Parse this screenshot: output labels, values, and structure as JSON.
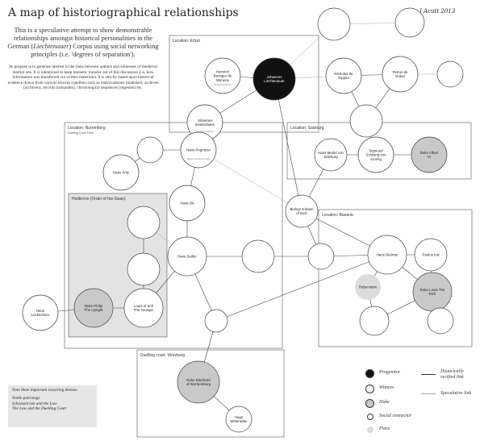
{
  "title": "A map of historiographical relationships",
  "author": "J Acutt 2013",
  "intro": {
    "p1_a": "This is a speculative attempt to show demonstrable relationships amongst historical personalities in the German (",
    "p1_em": "Liechtenauer",
    "p1_b": ") Corpus using social networking principles (i.e. 'degrees of separation').",
    "p2": "Its purpose is to generate interest in the links between authors and witnesses of medieval martial arts. It is intentional to keep memetic transfer out of this discussion (i.e. how information was transferred via written materials). It is strictly based upon historical evidence drawn from various sources (quellen) such as matriculations (matrikel), archives (archiven), records (urkunden), chronological sequences (regesten) etc."
  },
  "themes": {
    "heading": "Note three important recurring themes:",
    "items": [
      "Noble patronage",
      "Scholasticism and the Law",
      "The Law and the Duelling Court"
    ]
  },
  "legend": {
    "progenitor": "Progenitor",
    "witness": "Witness",
    "duke": "Duke",
    "social_connector": "Social connector",
    "place": "Place",
    "verified_link": "Historically verified link",
    "speculative_link": "Speculative link"
  },
  "colors": {
    "progenitor": "#111111",
    "duke": "#c9c9c9",
    "place": "#dcdcdc",
    "region": "#e3e3e3",
    "witness": "#ffffff"
  },
  "regions": [
    {
      "id": "erfurt",
      "label": "Location: Erfurt"
    },
    {
      "id": "nuremberg",
      "label": "Location: Nuremberg",
      "sub": "Duelling Court Fürth"
    },
    {
      "id": "heilbronn",
      "label": "Heilbronn (Order of the Swan)"
    },
    {
      "id": "salzburg",
      "label": "Location: Salzburg"
    },
    {
      "id": "bavaria",
      "label": "Location: Bavaria"
    },
    {
      "id": "wurzburg",
      "label": "Duelling court: Würzburg"
    }
  ],
  "nodes": [
    {
      "id": "liechtenauer",
      "name": "Johannes Liechtenauer",
      "type": "progenitor",
      "detail": ""
    },
    {
      "id": "beringer",
      "name": "Heinrich Beringer de Wimerie",
      "type": "witness",
      "detail": "Studied at Erfurt"
    },
    {
      "id": "seidenfaden",
      "name": "Johannes Seidenfaden",
      "type": "witness",
      "detail": "Studied at Erfurt"
    },
    {
      "id": "erfurt_top",
      "name": "",
      "type": "witness",
      "detail": ""
    },
    {
      "id": "erfurt_tr",
      "name": "",
      "type": "witness",
      "detail": ""
    },
    {
      "id": "nick_mid",
      "name": "Nicholas de Toppler",
      "type": "witness",
      "detail": ""
    },
    {
      "id": "gobel",
      "name": "Petrus de Gobel",
      "type": "witness",
      "detail": ""
    },
    {
      "id": "erfurt_low",
      "name": "",
      "type": "witness",
      "detail": ""
    },
    {
      "id": "right_edge",
      "name": "",
      "type": "witness",
      "detail": ""
    },
    {
      "id": "pegnitzer",
      "name": "Hans Pegnitzer",
      "type": "witness",
      "detail": "Master at Nuremberg"
    },
    {
      "id": "nurem_mid",
      "name": "",
      "type": "witness",
      "detail": ""
    },
    {
      "id": "fritz",
      "name": "Hans Fritz",
      "type": "witness",
      "detail": ""
    },
    {
      "id": "ott",
      "name": "Hans Ott",
      "type": "witness",
      "detail": ""
    },
    {
      "id": "seitler",
      "name": "Hans Seitler",
      "type": "witness",
      "detail": ""
    },
    {
      "id": "swan1",
      "name": "",
      "type": "witness",
      "detail": ""
    },
    {
      "id": "swan2",
      "name": "",
      "type": "witness",
      "detail": ""
    },
    {
      "id": "philip",
      "name": "Duke Philip The Upright",
      "type": "duke",
      "detail": ""
    },
    {
      "id": "louis_younger",
      "name": "Louis of Sch The Younger",
      "type": "witness",
      "detail": ""
    },
    {
      "id": "lecküchner",
      "name": "Hans Lecküchner",
      "type": "witness",
      "detail": ""
    },
    {
      "id": "mid_small",
      "name": "",
      "type": "witness",
      "detail": ""
    },
    {
      "id": "ring_small",
      "name": "",
      "type": "witness",
      "detail": ""
    },
    {
      "id": "mark_maier",
      "name": "Bishop Johann of Eich",
      "type": "witness",
      "detail": ""
    },
    {
      "id": "nurem_right",
      "name": "",
      "type": "witness",
      "detail": ""
    },
    {
      "id": "wedel",
      "name": "Hans Medel von Salzburg",
      "type": "witness",
      "detail": ""
    },
    {
      "id": "sigmund",
      "name": "Sigmund Schining von Amring",
      "type": "witness",
      "detail": ""
    },
    {
      "id": "albert",
      "name": "Duke Albert III",
      "type": "duke",
      "detail": ""
    },
    {
      "id": "dietmar",
      "name": "Hans Dietmar",
      "type": "witness",
      "detail": ""
    },
    {
      "id": "paulus",
      "name": "Paulus Kal",
      "type": "witness",
      "detail": ""
    },
    {
      "id": "rabenstein",
      "name": "Rabenstain",
      "type": "place",
      "detail": ""
    },
    {
      "id": "louis_rich",
      "name": "Duke Louis The Rich",
      "type": "duke",
      "detail": ""
    },
    {
      "id": "bav_small",
      "name": "",
      "type": "witness",
      "detail": ""
    },
    {
      "id": "bav_small2",
      "name": "",
      "type": "witness",
      "detail": ""
    },
    {
      "id": "eberhard",
      "name": "Duke Eberhard of Wurttemberg",
      "type": "duke",
      "detail": ""
    },
    {
      "id": "hugo",
      "name": "Hugo Wittenwiler",
      "type": "witness",
      "detail": ""
    }
  ]
}
